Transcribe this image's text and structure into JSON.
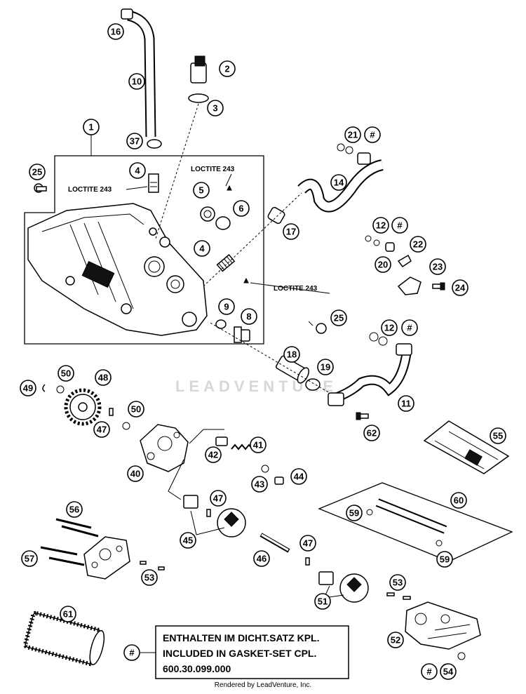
{
  "callouts": {
    "c1": "1",
    "c2": "2",
    "c3": "3",
    "c4a": "4",
    "c4b": "4",
    "c5": "5",
    "c6": "6",
    "c8": "8",
    "c9": "9",
    "c10": "10",
    "c11": "11",
    "c12a": "12",
    "c12b": "12",
    "c14": "14",
    "c16": "16",
    "c17": "17",
    "c18": "18",
    "c19": "19",
    "c20": "20",
    "c21": "21",
    "c22": "22",
    "c23": "23",
    "c24": "24",
    "c25a": "25",
    "c25b": "25",
    "c37": "37",
    "c40": "40",
    "c41": "41",
    "c42": "42",
    "c43": "43",
    "c44": "44",
    "c45": "45",
    "c46": "46",
    "c47a": "47",
    "c47b": "47",
    "c47c": "47",
    "c48": "48",
    "c49": "49",
    "c50a": "50",
    "c50b": "50",
    "c51": "51",
    "c52": "52",
    "c53a": "53",
    "c53b": "53",
    "c54": "54",
    "c55": "55",
    "c56": "56",
    "c57": "57",
    "c59a": "59",
    "c59b": "59",
    "c60": "60",
    "c61": "61",
    "c62": "62",
    "hash21": "#",
    "hash12a": "#",
    "hash12b": "#",
    "hash54": "#",
    "hashNote": "#"
  },
  "labels": {
    "loctite_a": "LOCTITE 243",
    "loctite_b": "LOCTITE 243",
    "loctite_c": "LOCTITE 243"
  },
  "note": {
    "line1": "ENTHALTEN IM DICHT.SATZ KPL.",
    "line2": "INCLUDED IN GASKET-SET CPL.",
    "line3": "600.30.099.000"
  },
  "watermark": "LEADVENTURE",
  "footer": "Rendered by LeadVenture, Inc."
}
